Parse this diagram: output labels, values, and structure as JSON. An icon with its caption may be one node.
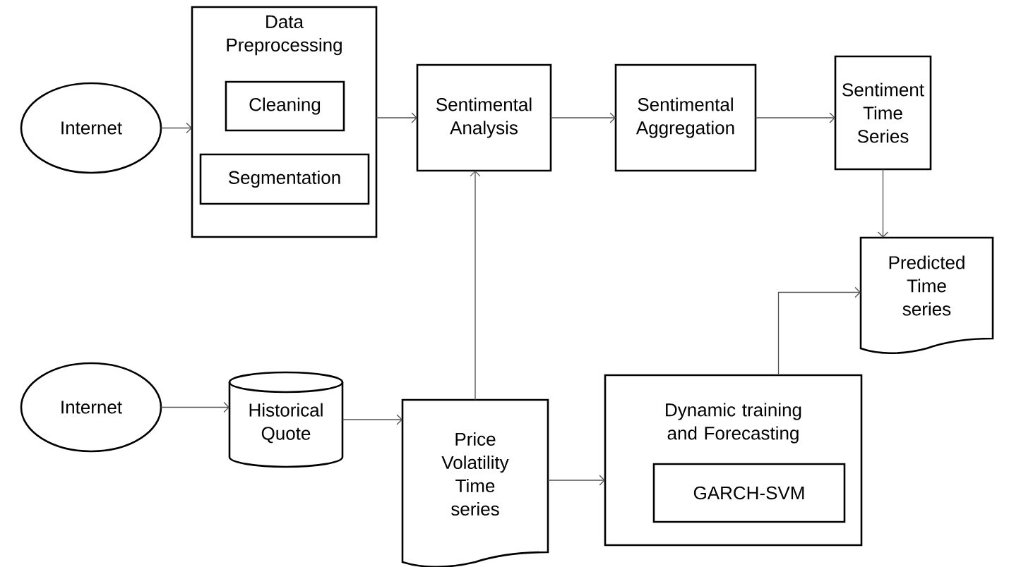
{
  "diagram": {
    "nodes": [
      {
        "text": [
          "Internet"
        ]
      },
      {
        "text": [
          "Data Preprocessing"
        ]
      },
      {
        "text": [
          "Cleaning"
        ],
        "in": 1
      },
      {
        "text": [
          "Segmentation"
        ],
        "in": 1
      },
      {
        "text": [
          "Sentimental Analysis"
        ]
      },
      {
        "text": [
          "Sentimental Aggregation"
        ]
      },
      {
        "text": [
          "Sentiment Time Series"
        ]
      },
      {
        "text": [
          "Predicted Time series"
        ]
      },
      {
        "text": [
          "Internet"
        ]
      },
      {
        "text": [
          "Historical Quote"
        ]
      },
      {
        "text": [
          "Price Volatility Time series"
        ]
      },
      {
        "text": [
          "Dynamic training and Forecasting"
        ]
      },
      {
        "text": [
          "GARCH-SVM"
        ],
        "in": 11
      }
    ],
    "edges": [
      {
        "from": 0,
        "to": 1,
        "arrow": "to"
      },
      {
        "from": 1,
        "to": 4,
        "arrow": "to"
      },
      {
        "from": 4,
        "to": 5,
        "arrow": "to"
      },
      {
        "from": 5,
        "to": 6,
        "arrow": "to"
      },
      {
        "from": 6,
        "to": 7,
        "arrow": "to"
      },
      {
        "from": 8,
        "to": 9,
        "arrow": "to"
      },
      {
        "from": 9,
        "to": 10,
        "arrow": "to"
      },
      {
        "from": 10,
        "to": 4,
        "arrow": "to"
      },
      {
        "from": 10,
        "to": 11,
        "arrow": "to"
      },
      {
        "from": 11,
        "to": 7,
        "arrow": "to"
      }
    ]
  }
}
